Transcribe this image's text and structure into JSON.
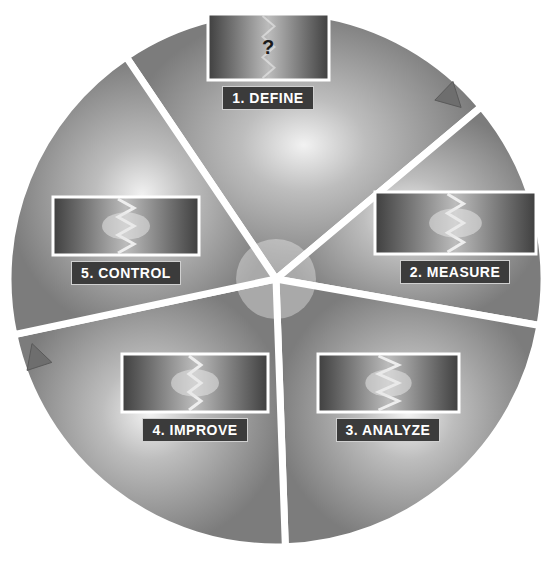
{
  "diagram": {
    "nodes": [
      {
        "text": [
          "?",
          "1. DEFINE"
        ]
      },
      {
        "text": [
          "2. MEASURE"
        ]
      },
      {
        "text": [
          "3. ANALYZE"
        ]
      },
      {
        "text": [
          "4. IMPROVE"
        ]
      },
      {
        "text": [
          "5. CONTROL"
        ]
      }
    ]
  }
}
